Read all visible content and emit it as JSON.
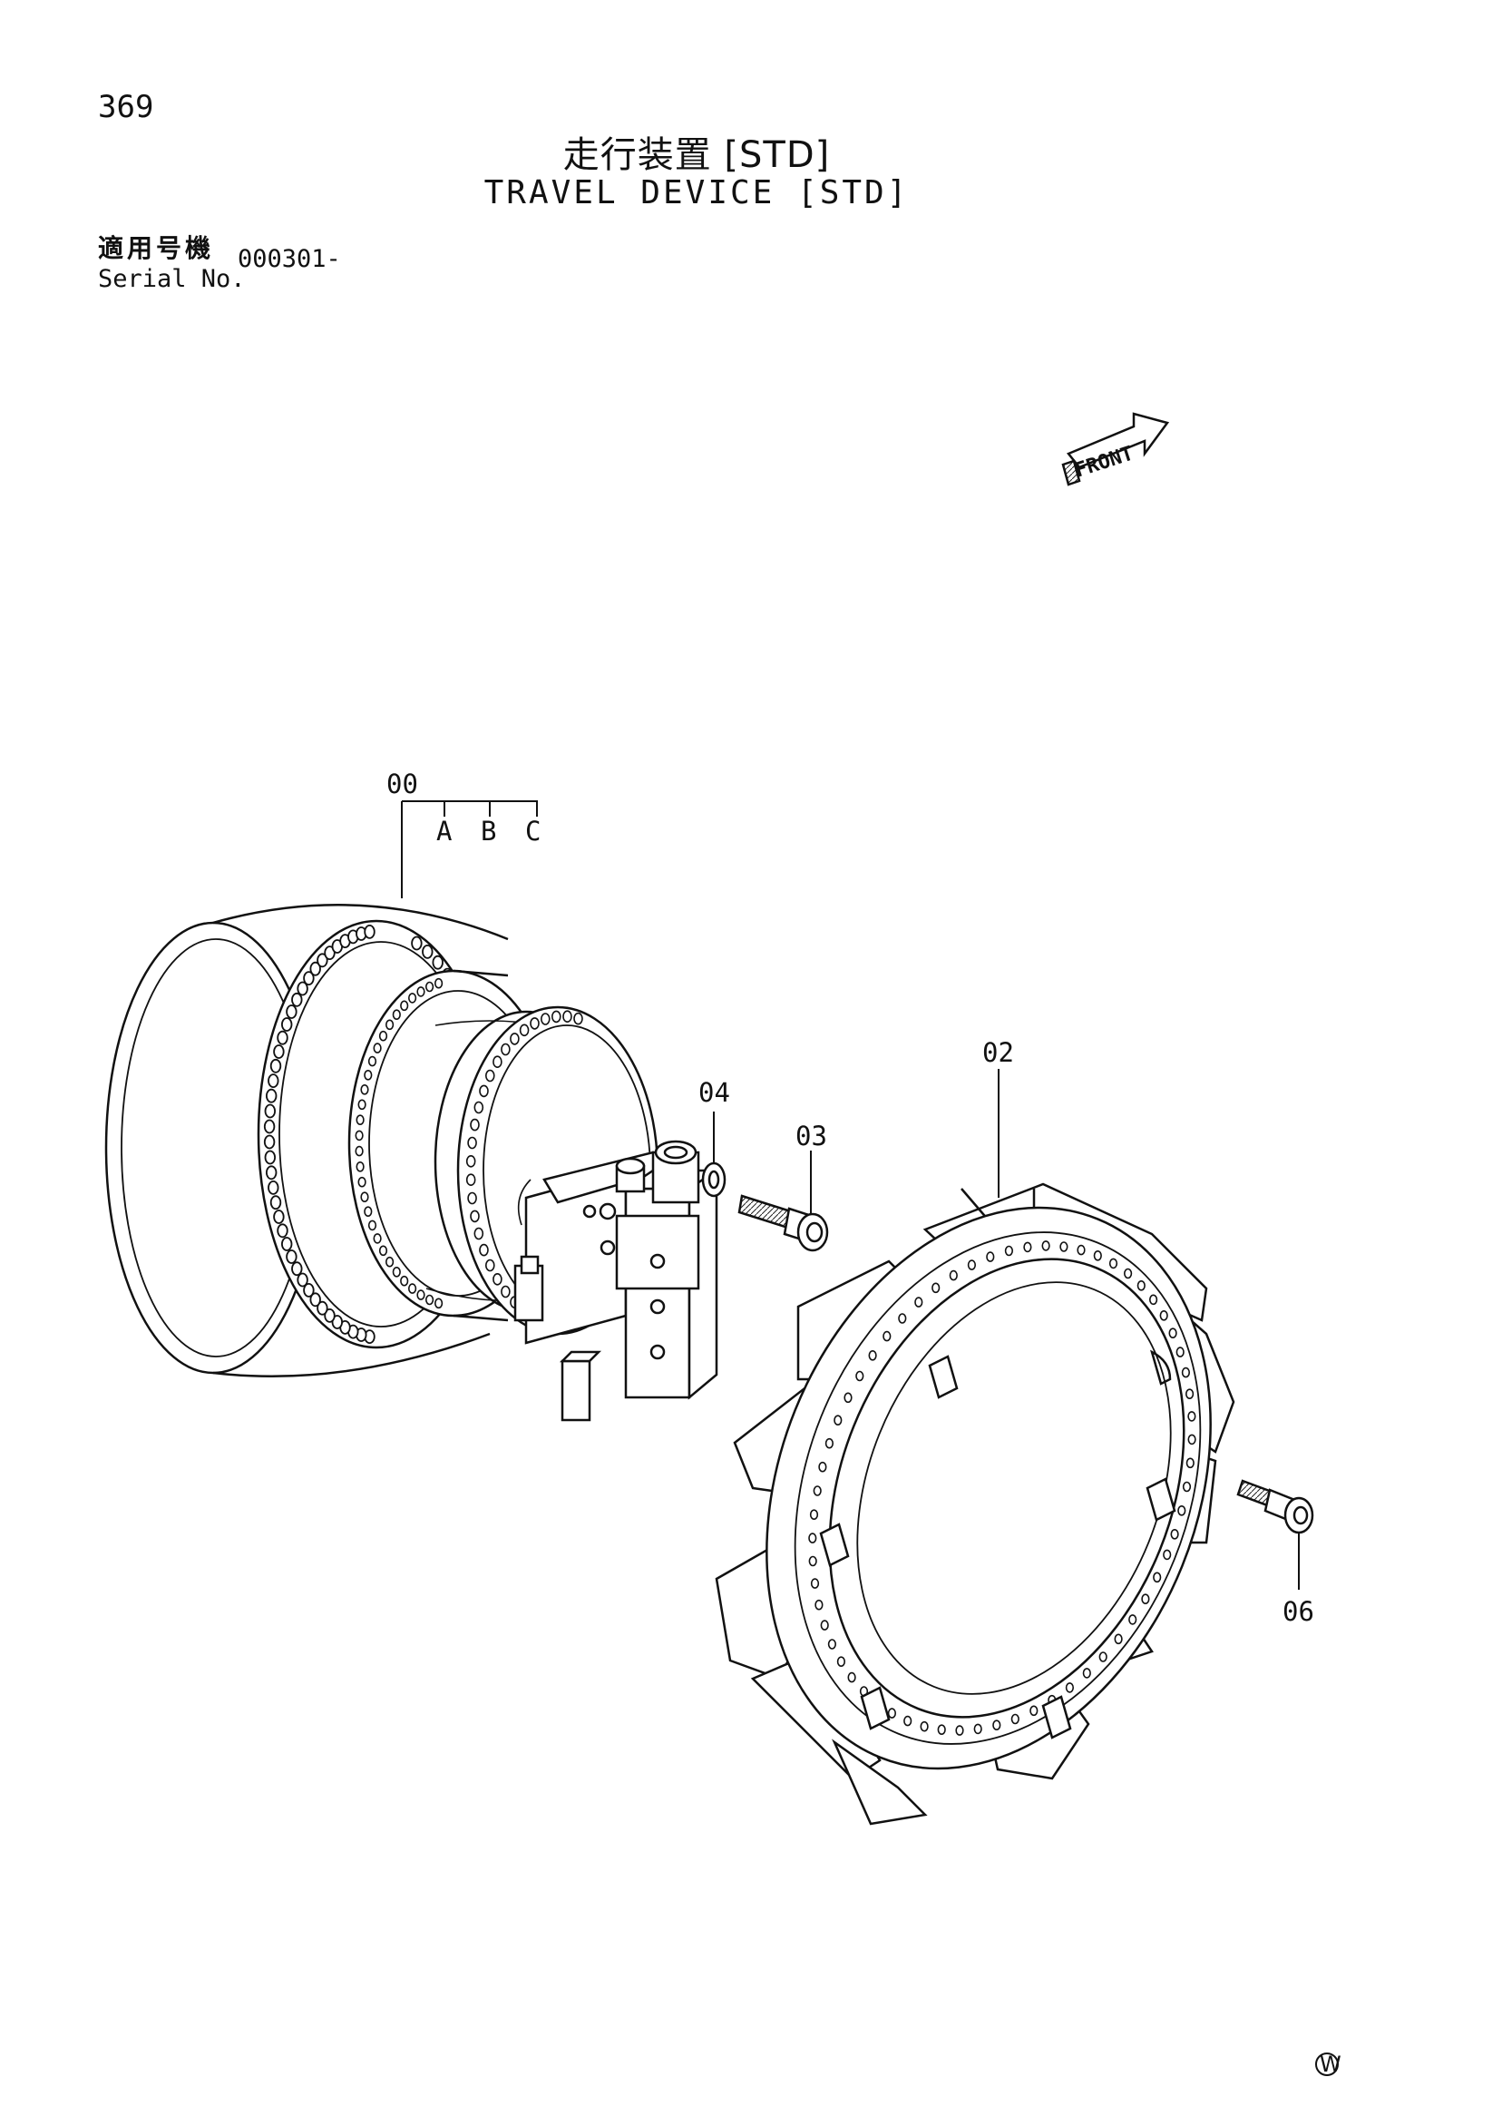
{
  "page": {
    "number": "369",
    "title_jp": "走行装置 [STD]",
    "title_en": "TRAVEL DEVICE [STD]",
    "serial_label_jp": "適用号機",
    "serial_label_en": "Serial No.",
    "serial_value": "000301-"
  },
  "front_arrow": {
    "label": "FRONT"
  },
  "callouts": {
    "assembly": "00",
    "variant_a": "A",
    "variant_b": "B",
    "variant_c": "C",
    "sprocket": "02",
    "bolt_03": "03",
    "washer_04": "04",
    "bolt_06": "06"
  },
  "footer_mark": "W"
}
